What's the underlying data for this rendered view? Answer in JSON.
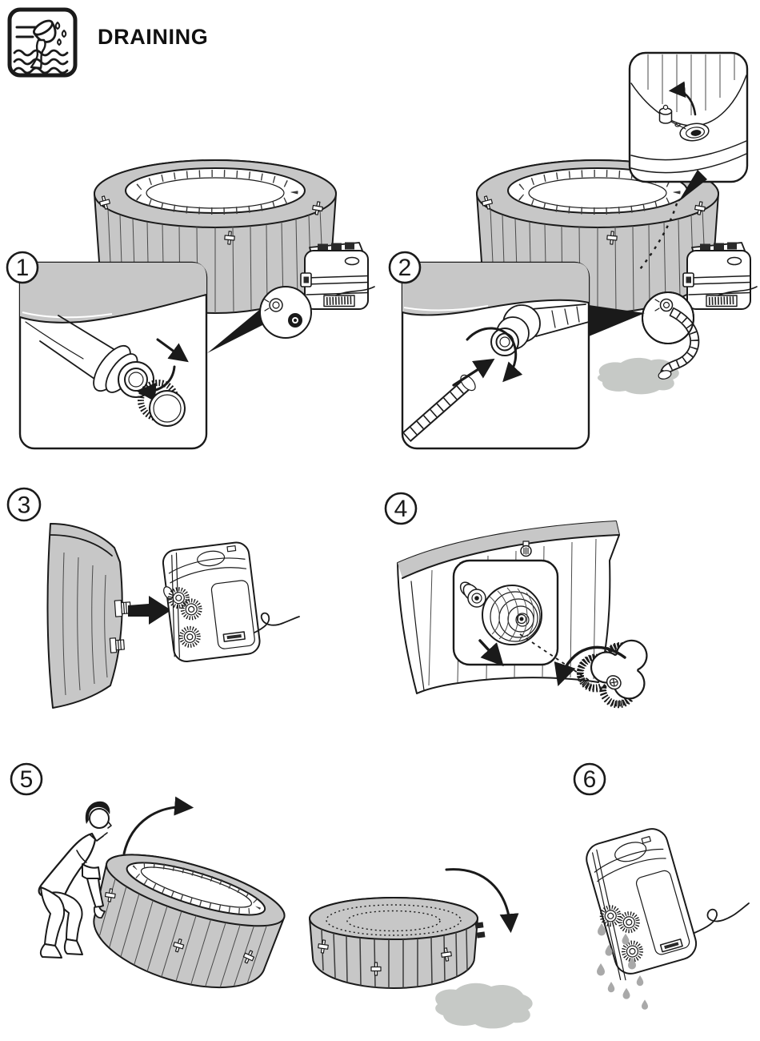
{
  "header": {
    "title": "DRAINING",
    "icon": "draining-water-icon"
  },
  "steps": [
    {
      "number": "1",
      "scene": "unscrew-outer-drain-valve-cap"
    },
    {
      "number": "2",
      "scene": "attach-drain-hose-and-open-inner-stopper"
    },
    {
      "number": "3",
      "scene": "detach-pump-from-tub-connectors"
    },
    {
      "number": "4",
      "scene": "remove-inner-strainer-wing-nut"
    },
    {
      "number": "5",
      "scene": "tip-tub-over-and-flip-to-empty-water"
    },
    {
      "number": "6",
      "scene": "tilt-pump-to-drain-residual-water"
    }
  ],
  "colors": {
    "line": "#1a1a1a",
    "tub_gray": "#c7c7c7",
    "puddle_gray": "#c6c9c6",
    "drop_gray": "#a9a9a9",
    "background": "#ffffff"
  }
}
